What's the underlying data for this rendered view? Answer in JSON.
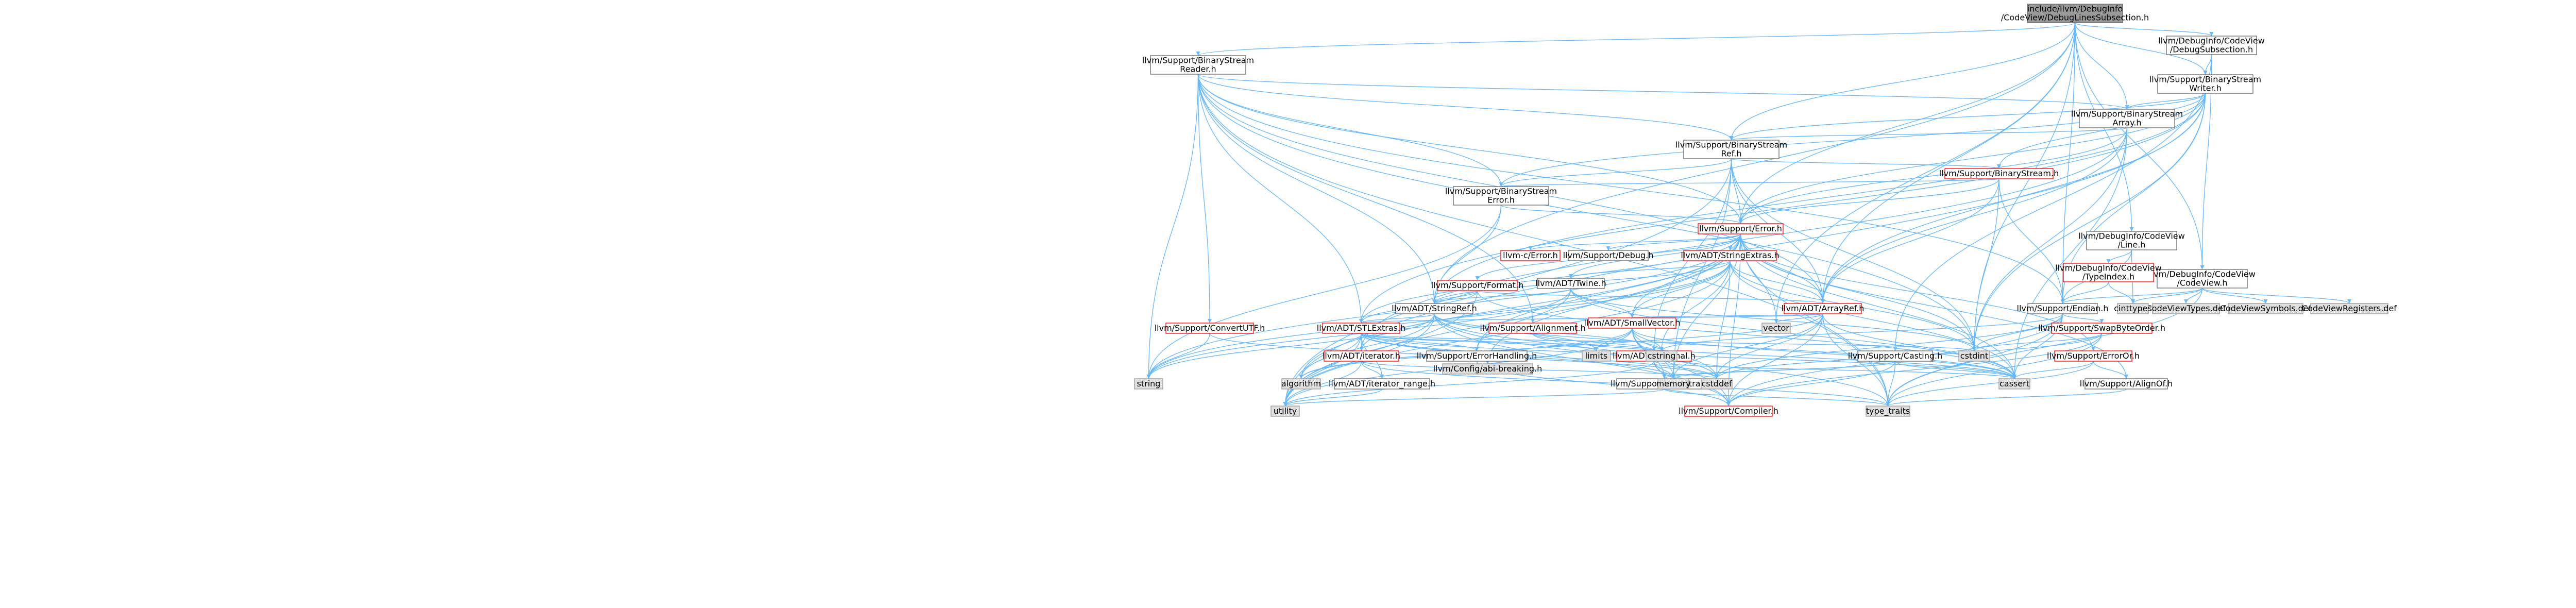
{
  "edge_color": "#63b8ff",
  "node_colors": {
    "current": "#999999",
    "local": "#ffffff",
    "red_border": "#ff0000",
    "std": "#e0e0e0"
  },
  "nodes": [
    {
      "id": "root",
      "lines": [
        "include/llvm/DebugInfo",
        "/CodeView/DebugLinesSubsection.h"
      ],
      "kind": "current"
    },
    {
      "id": "dbgsubsec",
      "lines": [
        "llvm/DebugInfo/CodeView",
        "/DebugSubsection.h"
      ],
      "kind": "local"
    },
    {
      "id": "bsreader",
      "lines": [
        "llvm/Support/BinaryStream",
        "Reader.h"
      ],
      "kind": "local"
    },
    {
      "id": "bswriter",
      "lines": [
        "llvm/Support/BinaryStream",
        "Writer.h"
      ],
      "kind": "local"
    },
    {
      "id": "bsarray",
      "lines": [
        "llvm/Support/BinaryStream",
        "Array.h"
      ],
      "kind": "local"
    },
    {
      "id": "bsref",
      "lines": [
        "llvm/Support/BinaryStream",
        "Ref.h"
      ],
      "kind": "local"
    },
    {
      "id": "bstream",
      "lines": [
        "llvm/Support/BinaryStream.h"
      ],
      "kind": "red"
    },
    {
      "id": "bserror",
      "lines": [
        "llvm/Support/BinaryStream",
        "Error.h"
      ],
      "kind": "local"
    },
    {
      "id": "error",
      "lines": [
        "llvm/Support/Error.h"
      ],
      "kind": "red"
    },
    {
      "id": "cerror",
      "lines": [
        "llvm-c/Error.h"
      ],
      "kind": "red"
    },
    {
      "id": "debug",
      "lines": [
        "llvm/Support/Debug.h"
      ],
      "kind": "local"
    },
    {
      "id": "strextras",
      "lines": [
        "llvm/ADT/StringExtras.h"
      ],
      "kind": "red"
    },
    {
      "id": "twine",
      "lines": [
        "llvm/ADT/Twine.h"
      ],
      "kind": "local"
    },
    {
      "id": "format",
      "lines": [
        "llvm/Support/Format.h"
      ],
      "kind": "red"
    },
    {
      "id": "stringref",
      "lines": [
        "llvm/ADT/StringRef.h"
      ],
      "kind": "local"
    },
    {
      "id": "arrayref",
      "lines": [
        "llvm/ADT/ArrayRef.h"
      ],
      "kind": "red"
    },
    {
      "id": "smallvec",
      "lines": [
        "llvm/ADT/SmallVector.h"
      ],
      "kind": "red"
    },
    {
      "id": "stlextras",
      "lines": [
        "llvm/ADT/STLExtras.h"
      ],
      "kind": "red"
    },
    {
      "id": "alignment",
      "lines": [
        "llvm/Support/Alignment.h"
      ],
      "kind": "red"
    },
    {
      "id": "convutf",
      "lines": [
        "llvm/Support/ConvertUTF.h"
      ],
      "kind": "red"
    },
    {
      "id": "iterator",
      "lines": [
        "llvm/ADT/iterator.h"
      ],
      "kind": "red"
    },
    {
      "id": "optional",
      "lines": [
        "llvm/ADT/Optional.h"
      ],
      "kind": "red"
    },
    {
      "id": "errhandling",
      "lines": [
        "llvm/Support/ErrorHandling.h"
      ],
      "kind": "local"
    },
    {
      "id": "iterrange",
      "lines": [
        "llvm/ADT/iterator_range.h"
      ],
      "kind": "local"
    },
    {
      "id": "typetraits",
      "lines": [
        "llvm/Support/type_traits.h"
      ],
      "kind": "local"
    },
    {
      "id": "compiler",
      "lines": [
        "llvm/Support/Compiler.h"
      ],
      "kind": "red"
    },
    {
      "id": "casting",
      "lines": [
        "llvm/Support/Casting.h"
      ],
      "kind": "local"
    },
    {
      "id": "endian",
      "lines": [
        "llvm/Support/Endian.h"
      ],
      "kind": "local"
    },
    {
      "id": "swapbyte",
      "lines": [
        "llvm/Support/SwapByteOrder.h"
      ],
      "kind": "red"
    },
    {
      "id": "erroror",
      "lines": [
        "llvm/Support/ErrorOr.h"
      ],
      "kind": "red"
    },
    {
      "id": "alignof",
      "lines": [
        "llvm/Support/AlignOf.h"
      ],
      "kind": "local"
    },
    {
      "id": "cvline",
      "lines": [
        "llvm/DebugInfo/CodeView",
        "/Line.h"
      ],
      "kind": "local"
    },
    {
      "id": "cvmain",
      "lines": [
        "llvm/DebugInfo/CodeView",
        "/CodeView.h"
      ],
      "kind": "local"
    },
    {
      "id": "typeindex",
      "lines": [
        "llvm/DebugInfo/CodeView",
        "/TypeIndex.h"
      ],
      "kind": "red"
    },
    {
      "id": "cvtypes",
      "lines": [
        "CodeViewTypes.def"
      ],
      "kind": "std"
    },
    {
      "id": "cvsymbols",
      "lines": [
        "CodeViewSymbols.def"
      ],
      "kind": "std"
    },
    {
      "id": "cvregs",
      "lines": [
        "CodeViewRegisters.def"
      ],
      "kind": "std"
    },
    {
      "id": "cinttypes",
      "lines": [
        "cinttypes"
      ],
      "kind": "std"
    },
    {
      "id": "cstdint",
      "lines": [
        "cstdint"
      ],
      "kind": "std"
    },
    {
      "id": "vector",
      "lines": [
        "vector"
      ],
      "kind": "std"
    },
    {
      "id": "cstring",
      "lines": [
        "cstring"
      ],
      "kind": "std"
    },
    {
      "id": "limits",
      "lines": [
        "limits"
      ],
      "kind": "std"
    },
    {
      "id": "cassert",
      "lines": [
        "cassert"
      ],
      "kind": "std"
    },
    {
      "id": "cstddef",
      "lines": [
        "cstddef"
      ],
      "kind": "std"
    },
    {
      "id": "memory",
      "lines": [
        "memory"
      ],
      "kind": "std"
    },
    {
      "id": "algorithm",
      "lines": [
        "algorithm"
      ],
      "kind": "std"
    },
    {
      "id": "string",
      "lines": [
        "string"
      ],
      "kind": "std"
    },
    {
      "id": "utility",
      "lines": [
        "utility"
      ],
      "kind": "std"
    },
    {
      "id": "typetraitsstd",
      "lines": [
        "type_traits"
      ],
      "kind": "std"
    },
    {
      "id": "cfgabi",
      "lines": [
        "llvm/Config/abi-breaking.h"
      ],
      "kind": "std"
    }
  ],
  "edges": [
    [
      "root",
      "dbgsubsec"
    ],
    [
      "root",
      "bsreader"
    ],
    [
      "root",
      "bswriter"
    ],
    [
      "root",
      "bsarray"
    ],
    [
      "root",
      "bsref"
    ],
    [
      "root",
      "error"
    ],
    [
      "root",
      "arrayref"
    ],
    [
      "root",
      "stringref"
    ],
    [
      "root",
      "cvline"
    ],
    [
      "root",
      "cvmain"
    ],
    [
      "root",
      "endian"
    ],
    [
      "root",
      "cstdint"
    ],
    [
      "root",
      "vector"
    ],
    [
      "dbgsubsec",
      "bswriter"
    ],
    [
      "dbgsubsec",
      "cvmain"
    ],
    [
      "dbgsubsec",
      "casting"
    ],
    [
      "bsreader",
      "bsarray"
    ],
    [
      "bsreader",
      "bsref"
    ],
    [
      "bsreader",
      "bserror"
    ],
    [
      "bsreader",
      "error"
    ],
    [
      "bsreader",
      "arrayref"
    ],
    [
      "bsreader",
      "stringref"
    ],
    [
      "bsreader",
      "stlextras"
    ],
    [
      "bsreader",
      "alignment"
    ],
    [
      "bsreader",
      "convutf"
    ],
    [
      "bsreader",
      "endian"
    ],
    [
      "bsreader",
      "cstdint"
    ],
    [
      "bsreader",
      "string"
    ],
    [
      "bsreader",
      "typetraitsstd"
    ],
    [
      "bswriter",
      "bsarray"
    ],
    [
      "bswriter",
      "bsref"
    ],
    [
      "bswriter",
      "bserror"
    ],
    [
      "bswriter",
      "error"
    ],
    [
      "bswriter",
      "arrayref"
    ],
    [
      "bswriter",
      "stringref"
    ],
    [
      "bswriter",
      "stlextras"
    ],
    [
      "bswriter",
      "bstream"
    ],
    [
      "bswriter",
      "endian"
    ],
    [
      "bswriter",
      "cstdint"
    ],
    [
      "bswriter",
      "utility"
    ],
    [
      "bsarray",
      "bsref"
    ],
    [
      "bsarray",
      "error"
    ],
    [
      "bsarray",
      "arrayref"
    ],
    [
      "bsarray",
      "iterator"
    ],
    [
      "bsarray",
      "cassert"
    ],
    [
      "bsarray",
      "cstdint"
    ],
    [
      "bsref",
      "bstream"
    ],
    [
      "bsref",
      "bserror"
    ],
    [
      "bsref",
      "error"
    ],
    [
      "bsref",
      "arrayref"
    ],
    [
      "bsref",
      "optional"
    ],
    [
      "bsref",
      "cstdint"
    ],
    [
      "bsref",
      "memory"
    ],
    [
      "bsref",
      "utility"
    ],
    [
      "bstream",
      "bserror"
    ],
    [
      "bstream",
      "error"
    ],
    [
      "bstream",
      "arrayref"
    ],
    [
      "bstream",
      "endian"
    ],
    [
      "bstream",
      "cstdint"
    ],
    [
      "bserror",
      "error"
    ],
    [
      "bserror",
      "stringref"
    ],
    [
      "bserror",
      "string"
    ],
    [
      "error",
      "cerror"
    ],
    [
      "error",
      "debug"
    ],
    [
      "error",
      "strextras"
    ],
    [
      "error",
      "twine"
    ],
    [
      "error",
      "format"
    ],
    [
      "error",
      "arrayref"
    ],
    [
      "error",
      "smallvec"
    ],
    [
      "error",
      "stlextras"
    ],
    [
      "error",
      "cfgabi"
    ],
    [
      "error",
      "alignof"
    ],
    [
      "error",
      "compiler"
    ],
    [
      "error",
      "errhandling"
    ],
    [
      "error",
      "erroror"
    ],
    [
      "error",
      "algorithm"
    ],
    [
      "error",
      "cassert"
    ],
    [
      "error",
      "cstdint"
    ],
    [
      "error",
      "cstdlib"
    ],
    [
      "error",
      "memory"
    ],
    [
      "error",
      "string"
    ],
    [
      "error",
      "utility"
    ],
    [
      "error",
      "vector"
    ],
    [
      "error",
      "typetraitsstd"
    ],
    [
      "strextras",
      "arrayref"
    ],
    [
      "strextras",
      "smallvec"
    ],
    [
      "strextras",
      "stringref"
    ],
    [
      "strextras",
      "twine"
    ],
    [
      "strextras",
      "iterator"
    ],
    [
      "strextras",
      "cassert"
    ],
    [
      "strextras",
      "cstddef"
    ],
    [
      "strextras",
      "cstdint"
    ],
    [
      "strextras",
      "cstring"
    ],
    [
      "strextras",
      "string"
    ],
    [
      "strextras",
      "utility"
    ],
    [
      "twine",
      "smallvec"
    ],
    [
      "twine",
      "stringref"
    ],
    [
      "twine",
      "errhandling"
    ],
    [
      "twine",
      "cassert"
    ],
    [
      "twine",
      "cstdint"
    ],
    [
      "twine",
      "string"
    ],
    [
      "format",
      "arrayref"
    ],
    [
      "format",
      "stlextras"
    ],
    [
      "format",
      "stringref"
    ],
    [
      "format",
      "cassert"
    ],
    [
      "format",
      "cstdio"
    ],
    [
      "format",
      "tuple"
    ],
    [
      "format",
      "utility"
    ],
    [
      "stringref",
      "stlextras"
    ],
    [
      "stringref",
      "compiler"
    ],
    [
      "stringref",
      "algorithm"
    ],
    [
      "stringref",
      "cassert"
    ],
    [
      "stringref",
      "cstddef"
    ],
    [
      "stringref",
      "cstring"
    ],
    [
      "stringref",
      "limits"
    ],
    [
      "stringref",
      "string"
    ],
    [
      "stringref",
      "typetraitsstd"
    ],
    [
      "stringref",
      "utility"
    ],
    [
      "arrayref",
      "smallvec"
    ],
    [
      "arrayref",
      "stlextras"
    ],
    [
      "arrayref",
      "compiler"
    ],
    [
      "arrayref",
      "algorithm"
    ],
    [
      "arrayref",
      "cassert"
    ],
    [
      "arrayref",
      "cstddef"
    ],
    [
      "arrayref",
      "memory"
    ],
    [
      "arrayref",
      "typetraitsstd"
    ],
    [
      "arrayref",
      "vector"
    ],
    [
      "smallvec",
      "compiler"
    ],
    [
      "smallvec",
      "typetraits"
    ],
    [
      "smallvec",
      "algorithm"
    ],
    [
      "smallvec",
      "cassert"
    ],
    [
      "smallvec",
      "cstddef"
    ],
    [
      "smallvec",
      "cstdlib"
    ],
    [
      "smallvec",
      "cstring"
    ],
    [
      "smallvec",
      "limits"
    ],
    [
      "smallvec",
      "memory"
    ],
    [
      "smallvec",
      "utility"
    ],
    [
      "stlextras",
      "optional"
    ],
    [
      "stlextras",
      "iterator"
    ],
    [
      "stlextras",
      "iterrange"
    ],
    [
      "stlextras",
      "cfgabi"
    ],
    [
      "stlextras",
      "errhandling"
    ],
    [
      "stlextras",
      "algorithm"
    ],
    [
      "stlextras",
      "cassert"
    ],
    [
      "stlextras",
      "cstddef"
    ],
    [
      "stlextras",
      "cstdint"
    ],
    [
      "stlextras",
      "limits"
    ],
    [
      "stlextras",
      "memory"
    ],
    [
      "stlextras",
      "utility"
    ],
    [
      "alignment",
      "mathextras"
    ],
    [
      "alignment",
      "cassert"
    ],
    [
      "alignment",
      "optional"
    ],
    [
      "convutf",
      "cstddef"
    ],
    [
      "convutf",
      "string"
    ],
    [
      "iterator",
      "iterrange"
    ],
    [
      "iterator",
      "cstddef"
    ],
    [
      "iterator",
      "typetraitsstd"
    ],
    [
      "iterator",
      "utility"
    ],
    [
      "optional",
      "compiler"
    ],
    [
      "optional",
      "typetraits"
    ],
    [
      "optional",
      "cassert"
    ],
    [
      "optional",
      "memory"
    ],
    [
      "optional",
      "utility"
    ],
    [
      "errhandling",
      "compiler"
    ],
    [
      "iterrange",
      "utility"
    ],
    [
      "typetraits",
      "typetraitsstd"
    ],
    [
      "typetraits",
      "utility"
    ],
    [
      "casting",
      "compiler"
    ],
    [
      "casting",
      "typetraits"
    ],
    [
      "casting",
      "cassert"
    ],
    [
      "casting",
      "memory"
    ],
    [
      "casting",
      "typetraitsstd"
    ],
    [
      "endian",
      "compiler"
    ],
    [
      "endian",
      "swapbyte"
    ],
    [
      "endian",
      "cassert"
    ],
    [
      "endian",
      "cstddef"
    ],
    [
      "endian",
      "cstdint"
    ],
    [
      "endian",
      "cstring"
    ],
    [
      "endian",
      "typetraitsstd"
    ],
    [
      "swapbyte",
      "compiler"
    ],
    [
      "swapbyte",
      "cstddef"
    ],
    [
      "swapbyte",
      "cstdint"
    ],
    [
      "swapbyte",
      "typetraitsstd"
    ],
    [
      "erroror",
      "alignof"
    ],
    [
      "erroror",
      "cassert"
    ],
    [
      "erroror",
      "typetraitsstd"
    ],
    [
      "alignof",
      "typetraitsstd"
    ],
    [
      "cvline",
      "typeindex"
    ],
    [
      "cvline",
      "endian"
    ],
    [
      "cvline",
      "cinttypes"
    ],
    [
      "cvmain",
      "endian"
    ],
    [
      "cvmain",
      "cinttypes"
    ],
    [
      "cvmain",
      "typetraitsstd"
    ],
    [
      "cvmain",
      "cvtypes"
    ],
    [
      "cvmain",
      "cvsymbols"
    ],
    [
      "cvmain",
      "cvregs"
    ],
    [
      "typeindex",
      "endian"
    ],
    [
      "typeindex",
      "cinttypes"
    ]
  ]
}
